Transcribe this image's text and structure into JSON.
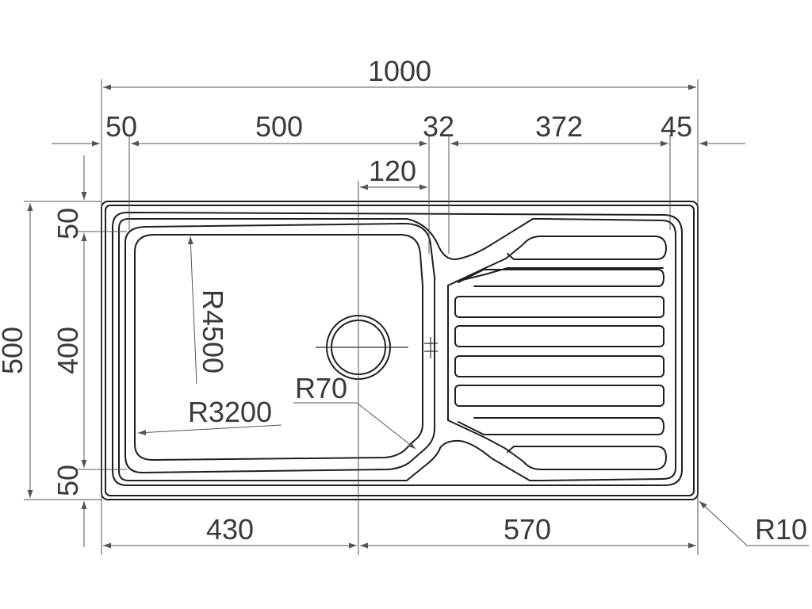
{
  "dimensions": {
    "overall_width": "1000",
    "left_margin": "50",
    "bowl_width": "500",
    "gap": "32",
    "drainer_width": "372",
    "right_margin": "45",
    "drain_offset": "120",
    "overall_depth": "500",
    "top_margin": "50",
    "bowl_depth": "400",
    "bottom_margin": "50",
    "drain_left": "430",
    "drain_right": "570",
    "corner_radius": "R10",
    "drain_radius": "R70",
    "radius_side": "R4500",
    "radius_bottom": "R3200"
  },
  "colors": {
    "line": "#1f1f1f",
    "dimension": "#555555",
    "text": "#3a3a3a"
  }
}
